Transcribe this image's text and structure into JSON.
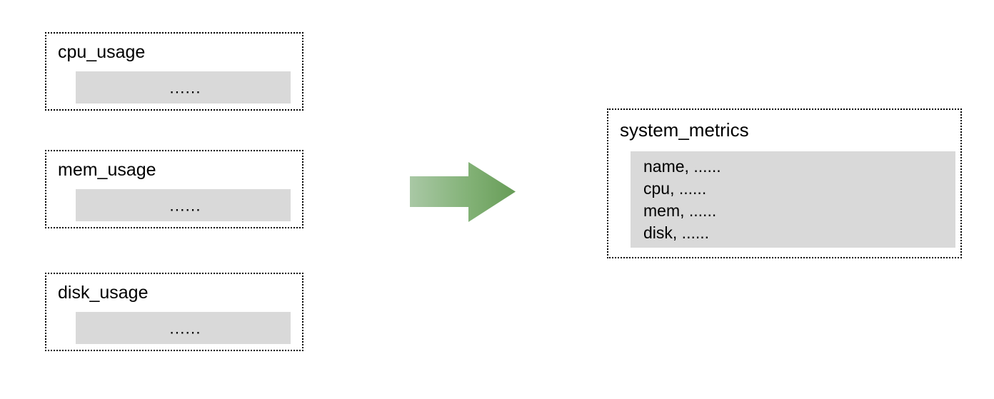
{
  "diagram": {
    "type": "data-merge-flow",
    "sources": [
      {
        "name": "source-cpu",
        "title": "cpu_usage",
        "body": "......"
      },
      {
        "name": "source-mem",
        "title": "mem_usage",
        "body": "......"
      },
      {
        "name": "source-disk",
        "title": "disk_usage",
        "body": "......"
      }
    ],
    "connector": {
      "icon": "right-arrow-icon",
      "direction": "right",
      "gradient_start": "#a9c8a5",
      "gradient_end": "#679c57"
    },
    "target": {
      "name": "target-system-metrics",
      "title": "system_metrics",
      "fields": [
        "name, ......",
        "cpu, ......",
        "mem, ......",
        "disk, ......"
      ]
    },
    "colors": {
      "panel_fill": "#d9d9d9",
      "border": "#000000",
      "background": "#ffffff",
      "text": "#000000"
    }
  }
}
